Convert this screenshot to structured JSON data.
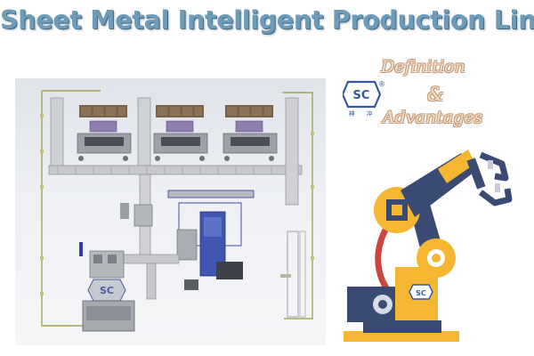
{
  "title": "Sheet Metal Intelligent Production Line",
  "subtitle": {
    "line1": "Definition",
    "line2": "&",
    "line3": "Advantages"
  },
  "logo": {
    "mark": "SC",
    "registered": "®",
    "chars": [
      "神",
      "冲"
    ]
  },
  "icons": {
    "robot": "robotic-arm-icon",
    "layout": "production-line-layout-icon"
  },
  "colors": {
    "title": "#6f9bb8",
    "robot_body": "#f5b731",
    "robot_joint": "#3b4a73",
    "robot_cable": "#c9463e",
    "logo": "#3557a6"
  }
}
